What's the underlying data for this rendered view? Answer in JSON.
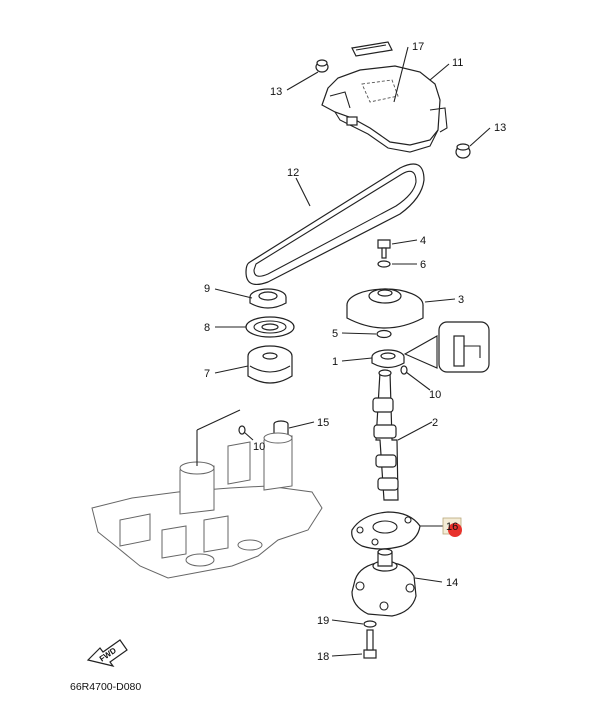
{
  "diagram": {
    "callouts": [
      "1",
      "2",
      "3",
      "4",
      "5",
      "6",
      "7",
      "8",
      "9",
      "10",
      "10",
      "11",
      "12",
      "13",
      "13",
      "14",
      "15",
      "16",
      "17",
      "18",
      "19"
    ],
    "fwd_label": "FWD",
    "diagram_code": "66R4700-D080"
  },
  "highlight": {
    "target": "16",
    "color": "#e8322c"
  },
  "colors": {
    "line": "#222222",
    "label": "#111111"
  }
}
